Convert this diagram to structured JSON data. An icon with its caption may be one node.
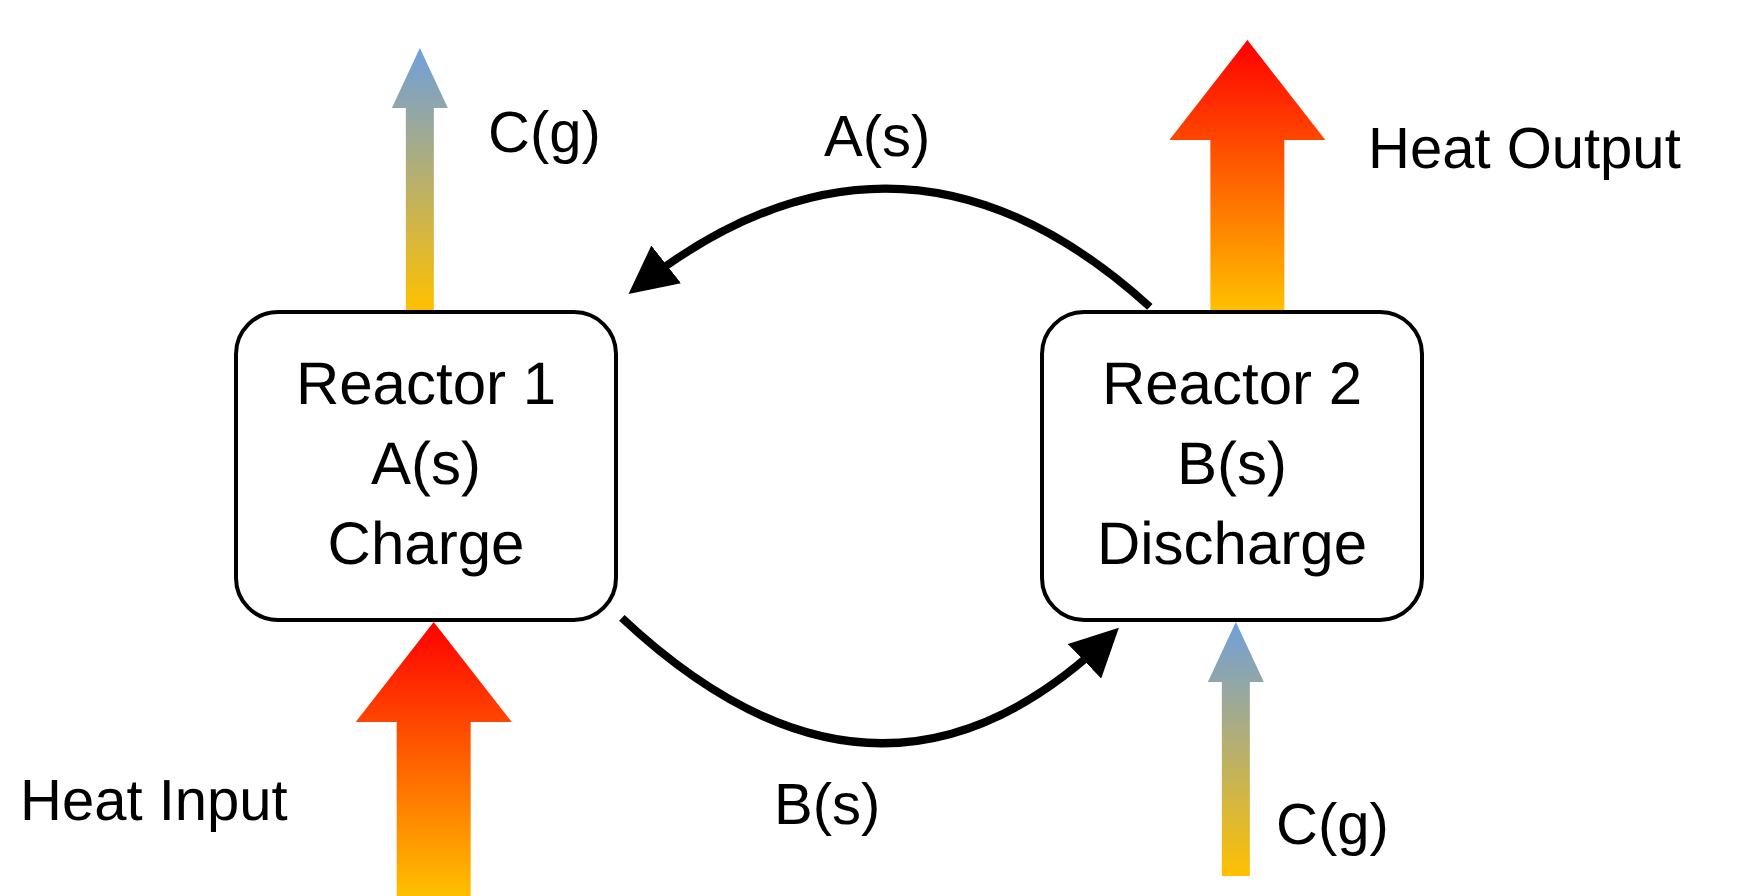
{
  "diagram": {
    "nodes": [
      {
        "text": [
          "Reactor 1",
          "A(s)",
          "Charge"
        ]
      },
      {
        "text": [
          "Reactor 2",
          "B(s)",
          "Discharge"
        ]
      }
    ],
    "edges": [
      {
        "from": 1,
        "to": 0,
        "arrow": "to",
        "label": "A(s)"
      },
      {
        "from": 0,
        "to": 1,
        "arrow": "to",
        "label": "B(s)"
      },
      {
        "from": 0,
        "to": null,
        "arrow": "to",
        "label": "C(g)",
        "color": "#6f9fdc"
      },
      {
        "from": null,
        "to": 0,
        "arrow": "to",
        "label": "Heat Input",
        "style": "thick",
        "color": "#ff0000"
      },
      {
        "from": 1,
        "to": null,
        "arrow": "to",
        "label": "Heat Output",
        "style": "thick",
        "color": "#ff0000"
      },
      {
        "from": null,
        "to": 1,
        "arrow": "to",
        "label": "C(g)",
        "color": "#6f9fdc"
      }
    ]
  }
}
